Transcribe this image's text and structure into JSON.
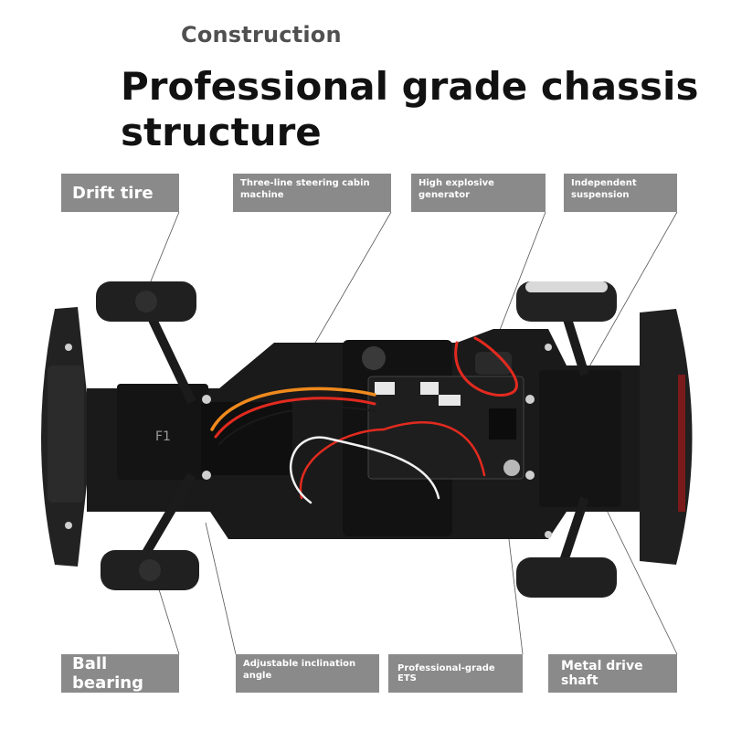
{
  "header": {
    "eyebrow": "Construction",
    "headline": "Professional grade chassis structure"
  },
  "callouts": {
    "drift_tire": "Drift tire",
    "steering": "Three-line steering cabin machine",
    "generator": "High explosive generator",
    "suspension": "Independent suspension",
    "ball_bearing": "Ball bearing",
    "inclination": "Adjustable inclination angle",
    "ets": "Professional-grade ETS",
    "drive_shaft": "Metal drive shaft"
  },
  "chassis": {
    "servo_marking": "F1"
  },
  "colors": {
    "callout_bg": "#8a8a8a",
    "chassis": "#1a1a1a",
    "board": "#1e1e1e",
    "wire_red": "#e22a1f",
    "wire_orange": "#f08a1d"
  }
}
